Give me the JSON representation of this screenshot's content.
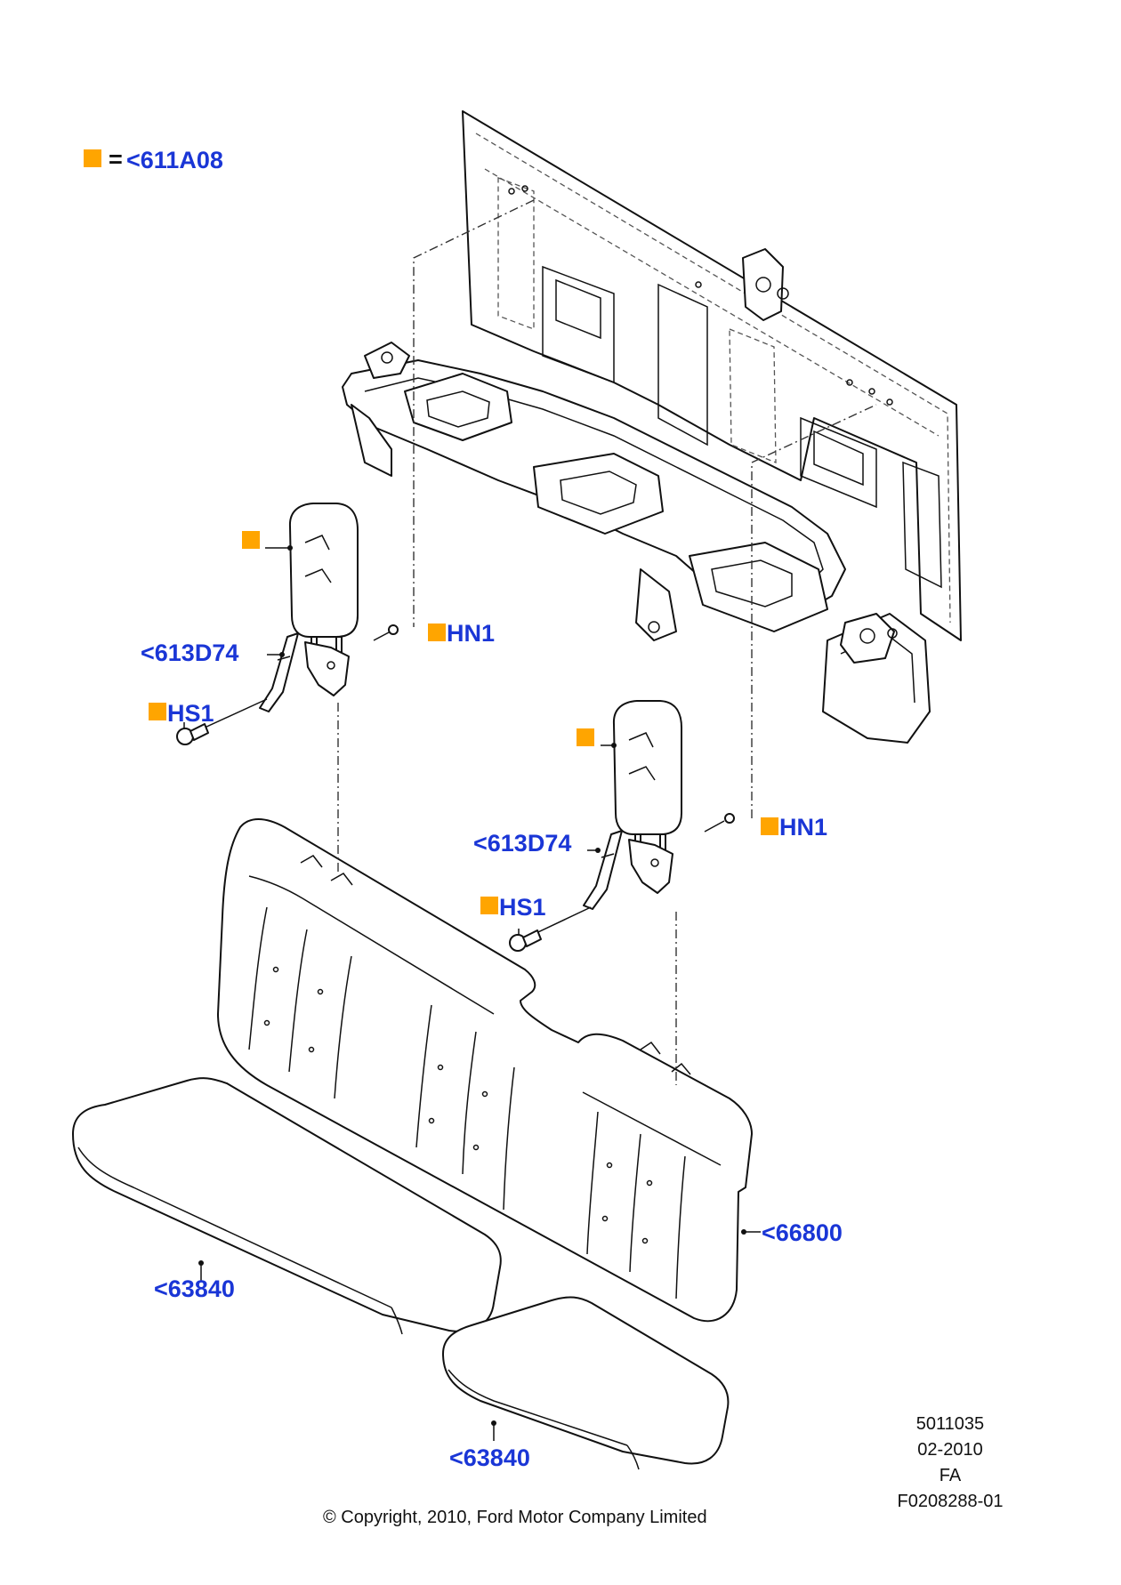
{
  "colors": {
    "label_blue": "#1a36d6",
    "marker_orange": "#ffa500",
    "line": "#111111"
  },
  "legend": {
    "equals": "=",
    "code": "<611A08"
  },
  "labels": {
    "hn1_left": "HN1",
    "part_613d74_left": "<613D74",
    "hs1_left": "HS1",
    "hn1_right": "HN1",
    "part_613d74_right": "<613D74",
    "hs1_right": "HS1",
    "part_66800": "<66800",
    "part_63840_left": "<63840",
    "part_63840_right": "<63840"
  },
  "meta": {
    "number": "5011035",
    "date": "02-2010",
    "code": "FA",
    "figure": "F0208288-01",
    "copyright": "© Copyright, 2010, Ford Motor Company Limited"
  }
}
